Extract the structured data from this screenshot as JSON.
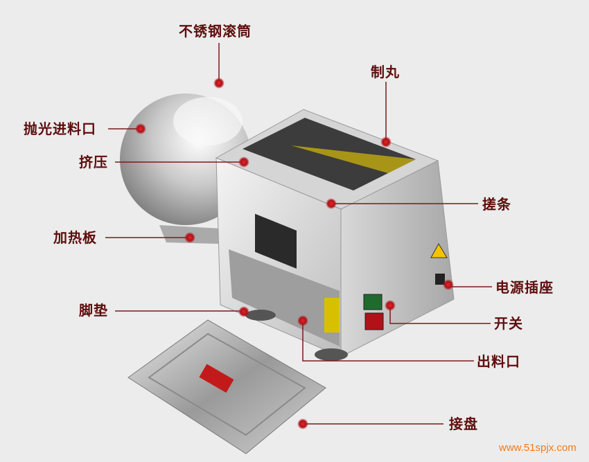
{
  "labels": {
    "drum": "不锈钢滚筒",
    "pill_making": "制丸",
    "polishing_inlet": "抛光进料口",
    "extrusion": "挤压",
    "strip_rolling": "搓条",
    "heating_plate": "加热板",
    "power_socket": "电源插座",
    "foot_pad": "脚垫",
    "switch": "开关",
    "outlet": "出料口",
    "tray": "接盘"
  },
  "watermark": "www.51spjx.com",
  "colors": {
    "label": "#5e0d0d",
    "line": "#7a1a1a",
    "dot": "#c0141a",
    "watermark": "#f07a1a"
  }
}
